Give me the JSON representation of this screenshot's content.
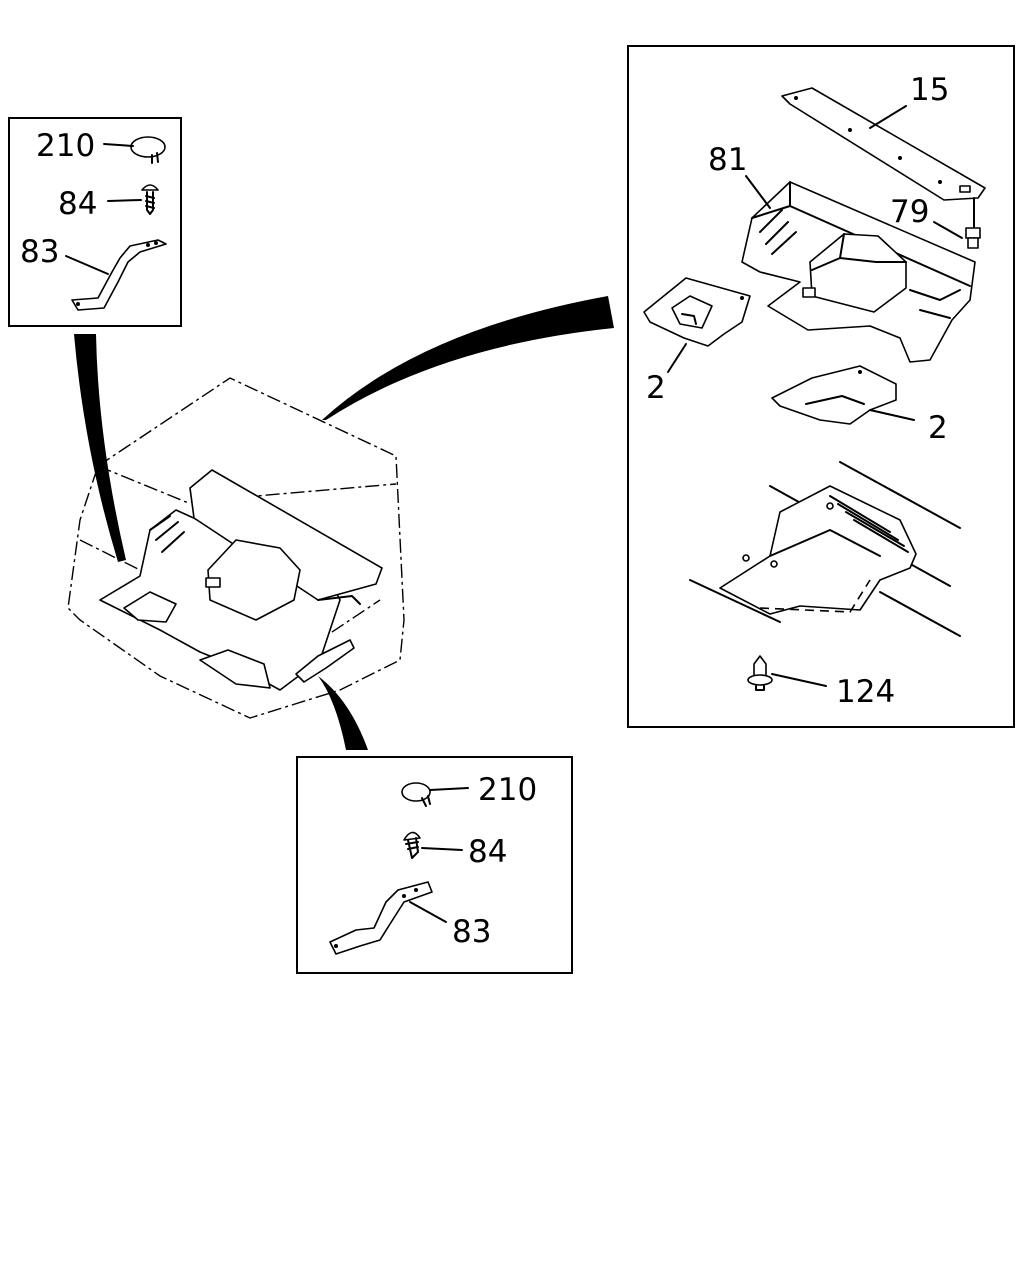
{
  "callouts": {
    "left_box": {
      "top_cap": "210",
      "screw": "84",
      "bracket": "83"
    },
    "bottom_box": {
      "top_cap": "210",
      "screw": "84",
      "bracket": "83"
    },
    "right_box": {
      "panel": "15",
      "insulator": "81",
      "clip": "79",
      "mat_left": "2",
      "mat_right": "2",
      "fastener": "124"
    }
  }
}
